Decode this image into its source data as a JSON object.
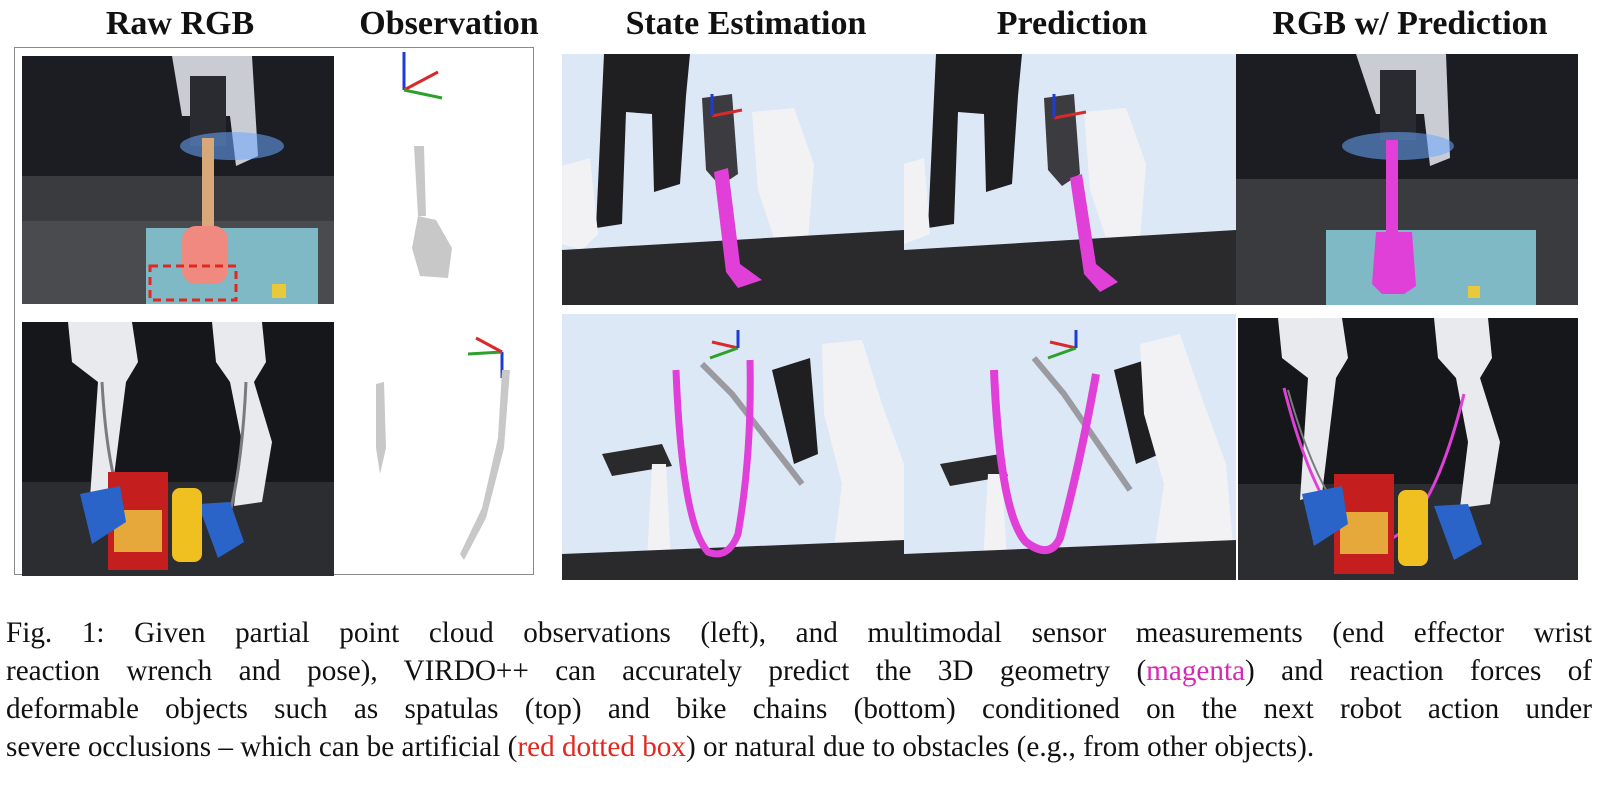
{
  "figure": {
    "column_headers": [
      "Raw RGB",
      "Observation",
      "State Estimation",
      "Prediction",
      "RGB w/ Prediction"
    ],
    "rows": [
      "spatula",
      "bike-chain"
    ],
    "colors": {
      "prediction": "#e040d8",
      "occlusion_box": "#e0281e",
      "render_background": "#dce8f6",
      "point_cloud": "#c8c8c8"
    }
  },
  "caption": {
    "line1": "Fig. 1: Given partial point cloud observations (left), and multimodal sensor measurements (end effector wrist",
    "line2_a": "reaction wrench and pose), VIRDO++ can accurately predict the 3D geometry (",
    "line2_magenta": "magenta",
    "line2_b": ") and reaction forces of",
    "line3": "deformable objects such as spatulas (top) and bike chains (bottom) conditioned on the next robot action under",
    "line4_a": "severe occlusions – which can be artificial (",
    "line4_red": "red dotted box",
    "line4_b": ") or natural due to obstacles (e.g., from other objects)."
  }
}
